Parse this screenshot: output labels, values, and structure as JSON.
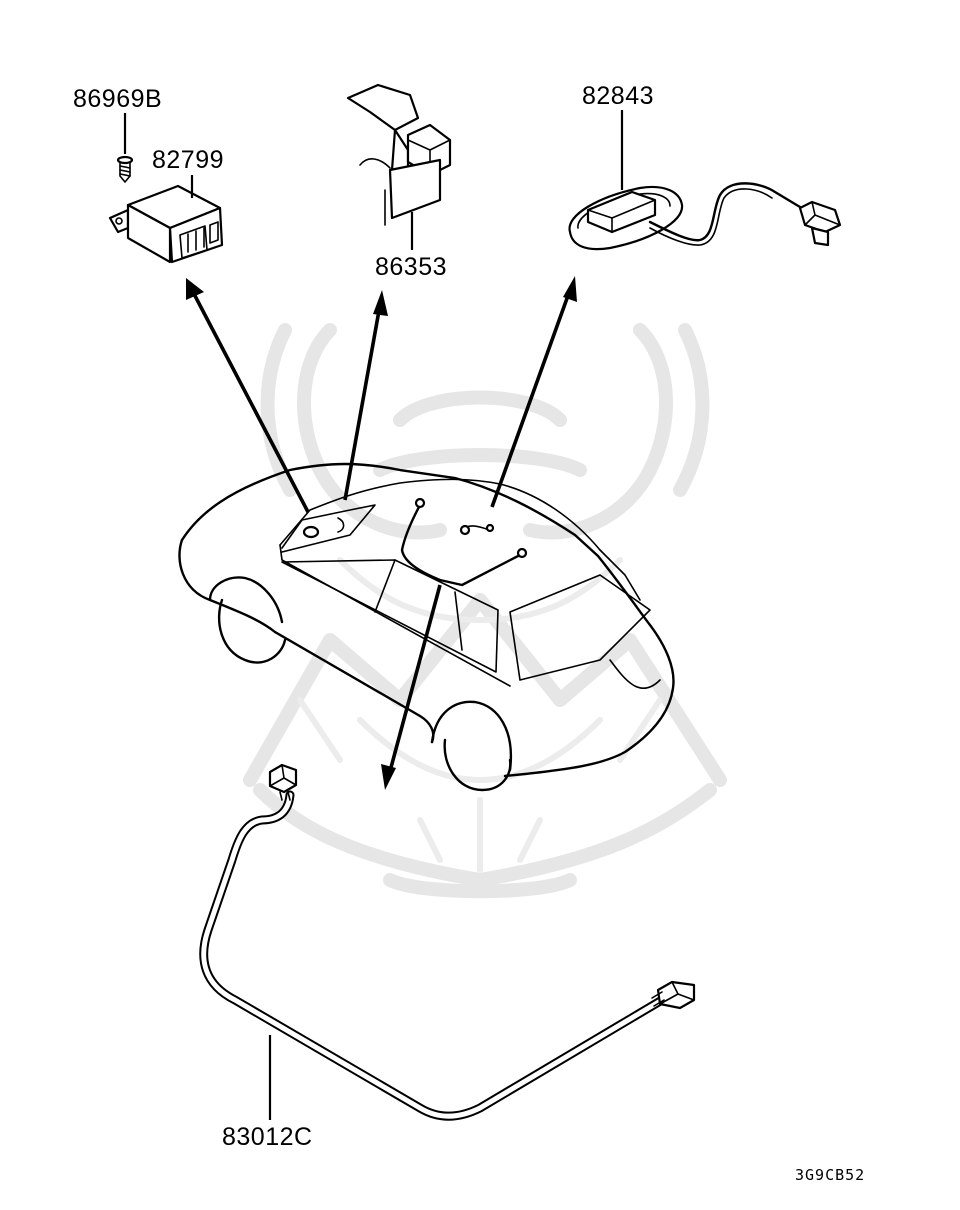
{
  "diagram": {
    "parts": [
      {
        "id": "screw",
        "label": "86969B"
      },
      {
        "id": "relay",
        "label": "82799"
      },
      {
        "id": "bracket",
        "label": "86353"
      },
      {
        "id": "lamp",
        "label": "82843"
      },
      {
        "id": "harness",
        "label": "83012C"
      }
    ],
    "figure_code": "3G9CB52",
    "colors": {
      "line": "#000000",
      "watermark": "#e6e6e6",
      "background": "#ffffff"
    },
    "icons": [
      "screw-icon",
      "relay-icon",
      "bracket-icon",
      "lamp-icon",
      "harness-icon",
      "vehicle-icon",
      "watermark-logo-icon"
    ]
  }
}
